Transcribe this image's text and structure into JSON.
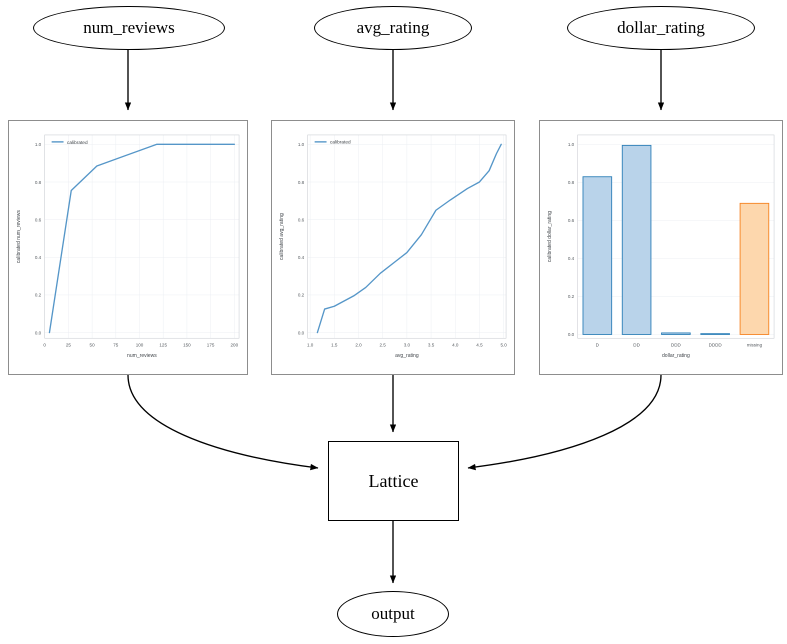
{
  "diagram": {
    "type": "graphviz-flow",
    "inputs": [
      {
        "label": "num_reviews"
      },
      {
        "label": "avg_rating"
      },
      {
        "label": "dollar_rating"
      }
    ],
    "lattice": {
      "label": "Lattice"
    },
    "output": {
      "label": "output"
    }
  },
  "chart_data": [
    {
      "type": "line",
      "title": "",
      "xlabel": "num_reviews",
      "ylabel": "calibrated num_reviews",
      "legend": [
        "calibrated"
      ],
      "legend_position": "upper left",
      "grid": true,
      "xlim": [
        0,
        205
      ],
      "ylim": [
        -0.03,
        1.05
      ],
      "xticks": [
        0,
        25,
        50,
        75,
        100,
        125,
        150,
        175,
        200
      ],
      "xticklabels": [
        "0",
        "25",
        "50",
        "75",
        "100",
        "125",
        "150",
        "175",
        "200"
      ],
      "yticks": [
        0.0,
        0.2,
        0.4,
        0.6,
        0.8,
        1.0
      ],
      "yticklabels": [
        "0.0",
        "0.2",
        "0.4",
        "0.6",
        "0.8",
        "1.0"
      ],
      "series": [
        {
          "name": "calibrated",
          "color": "#5596c8",
          "x": [
            5,
            28,
            55,
            118,
            200
          ],
          "y": [
            0.0,
            0.755,
            0.885,
            1.0,
            1.0
          ]
        }
      ]
    },
    {
      "type": "line",
      "title": "",
      "xlabel": "avg_rating",
      "ylabel": "calibrated avg_rating",
      "legend": [
        "calibrated"
      ],
      "legend_position": "upper left",
      "grid": true,
      "xlim": [
        0.95,
        5.05
      ],
      "ylim": [
        -0.03,
        1.05
      ],
      "xticks": [
        1.0,
        1.5,
        2.0,
        2.5,
        3.0,
        3.5,
        4.0,
        4.5,
        5.0
      ],
      "xticklabels": [
        "1.0",
        "1.5",
        "2.0",
        "2.5",
        "3.0",
        "3.5",
        "4.0",
        "4.5",
        "5.0"
      ],
      "yticks": [
        0.0,
        0.2,
        0.4,
        0.6,
        0.8,
        1.0
      ],
      "yticklabels": [
        "0.0",
        "0.2",
        "0.4",
        "0.6",
        "0.8",
        "1.0"
      ],
      "series": [
        {
          "name": "calibrated",
          "color": "#5596c8",
          "x": [
            1.15,
            1.3,
            1.5,
            1.9,
            2.15,
            2.45,
            2.75,
            3.0,
            3.3,
            3.45,
            3.6,
            3.9,
            4.25,
            4.5,
            4.7,
            4.85,
            4.95
          ],
          "y": [
            0.0,
            0.125,
            0.14,
            0.195,
            0.24,
            0.315,
            0.375,
            0.425,
            0.52,
            0.585,
            0.65,
            0.705,
            0.765,
            0.8,
            0.86,
            0.95,
            1.0
          ]
        }
      ]
    },
    {
      "type": "bar",
      "title": "",
      "xlabel": "dollar_rating",
      "ylabel": "calibrated dollar_rating",
      "grid": true,
      "ylim": [
        -0.02,
        1.05
      ],
      "yticks": [
        0.0,
        0.2,
        0.4,
        0.6,
        0.8,
        1.0
      ],
      "yticklabels": [
        "0.0",
        "0.2",
        "0.4",
        "0.6",
        "0.8",
        "1.0"
      ],
      "categories": [
        "D",
        "DD",
        "DDD",
        "DDDD",
        "missing"
      ],
      "values": [
        0.83,
        0.995,
        0.008,
        0.0,
        0.69
      ],
      "bar_colors": [
        "#b9d3ea",
        "#b9d3ea",
        "#b9d3ea",
        "#b9d3ea",
        "#fdd7ad"
      ],
      "bar_edge_colors": [
        "#2d7fb8",
        "#2d7fb8",
        "#2d7fb8",
        "#2d7fb8",
        "#f5821f"
      ]
    }
  ],
  "colors": {
    "line": "#5596c8",
    "bar_fill_blue": "#b9d3ea",
    "bar_edge_blue": "#2d7fb8",
    "bar_fill_orange": "#fdd7ad",
    "bar_edge_orange": "#f5821f",
    "node_stroke": "#000000",
    "card_border": "#8d8d8d"
  }
}
